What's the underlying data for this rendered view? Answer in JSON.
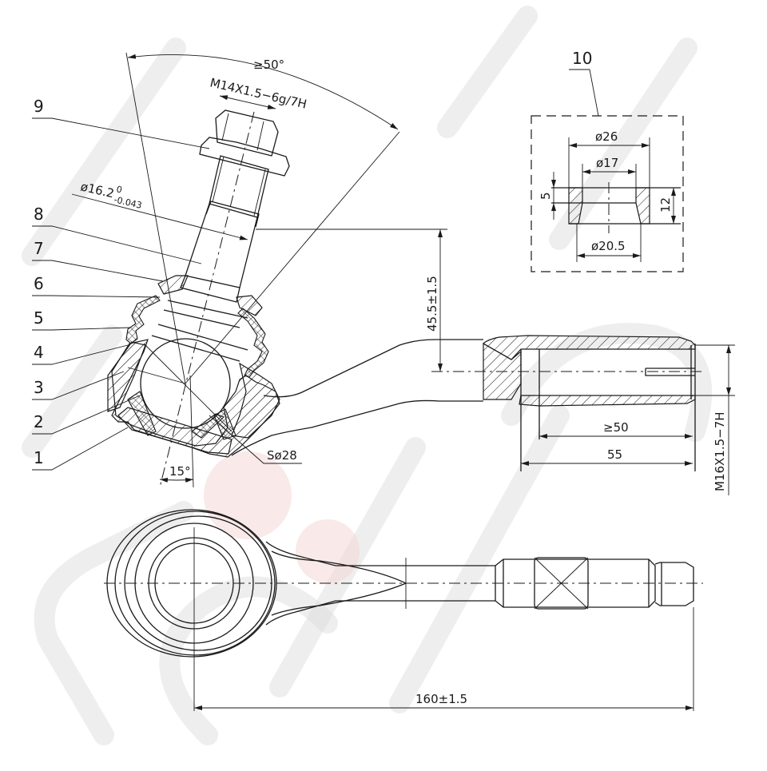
{
  "drawing": {
    "title": "Tie rod end assembly drawing",
    "part_labels": [
      {
        "id": "1",
        "text": "1"
      },
      {
        "id": "2",
        "text": "2"
      },
      {
        "id": "3",
        "text": "3"
      },
      {
        "id": "4",
        "text": "4"
      },
      {
        "id": "5",
        "text": "5"
      },
      {
        "id": "6",
        "text": "6"
      },
      {
        "id": "7",
        "text": "7"
      },
      {
        "id": "8",
        "text": "8"
      },
      {
        "id": "9",
        "text": "9"
      },
      {
        "id": "10",
        "text": "10"
      }
    ],
    "dimensions": {
      "swing_angle": "≥50°",
      "stud_thread": "M14X1.5−6g/7H",
      "stud_diameter_base": "ø16.2",
      "stud_diameter_tol_upper": "0",
      "stud_diameter_tol_lower": "-0.043",
      "height_offset": "45.5±1.5",
      "ball_diameter": "Sø28",
      "tilt_angle": "15°",
      "thread_depth_min": "≥50",
      "bore_depth": "55",
      "internal_thread": "M16X1.5−7H",
      "overall_length": "160±1.5"
    },
    "detail_10": {
      "label": "10",
      "outer_diameter": "ø26",
      "inner_top_diameter": "ø17",
      "inner_bottom_diameter": "ø20.5",
      "straight_height": "5",
      "total_height": "12"
    },
    "colors": {
      "line": "#1a1a1a",
      "background": "#ffffff",
      "watermark_gray": "#d9d9d9",
      "watermark_red": "#f3d4d4"
    }
  }
}
